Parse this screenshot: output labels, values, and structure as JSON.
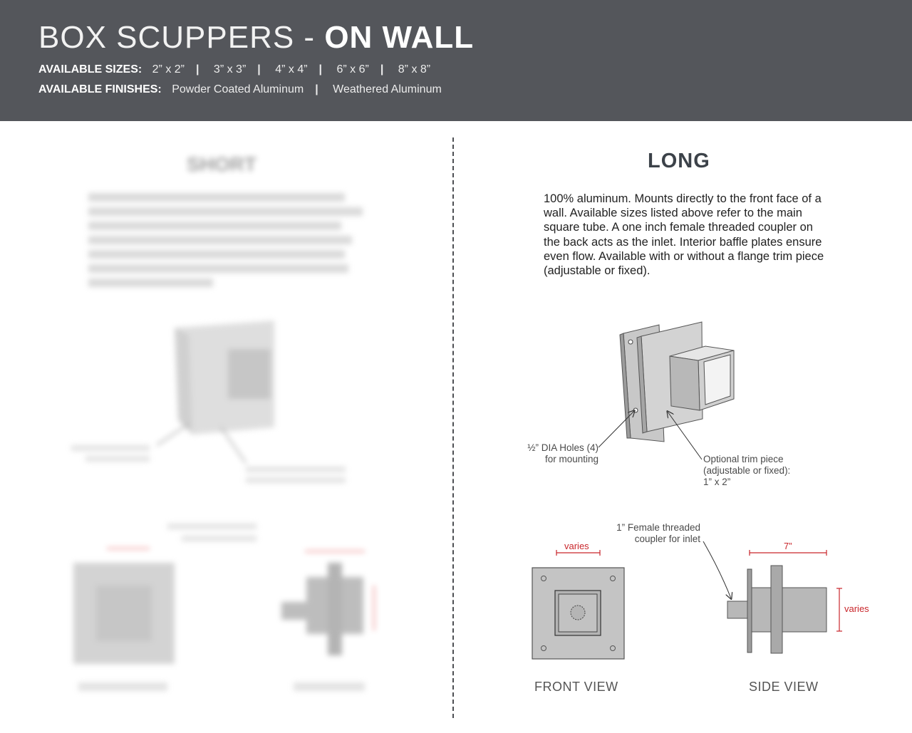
{
  "header": {
    "title_light": "BOX SCUPPERS - ",
    "title_bold": "ON WALL",
    "sizes_label": "AVAILABLE SIZES:",
    "sizes": [
      "2” x 2”",
      "3” x 3”",
      "4” x 4”",
      "6” x 6”",
      "8” x 8”"
    ],
    "finishes_label": "AVAILABLE FINISHES:",
    "finishes": [
      "Powder Coated Aluminum",
      "Weathered Aluminum"
    ]
  },
  "short_panel": {
    "title": "SHORT",
    "blurred": true
  },
  "long_panel": {
    "title": "LONG",
    "description": "100% aluminum. Mounts directly to the front face of a wall. Available sizes listed above refer to the main square tube. A one inch female threaded coupler on the back acts as the inlet. Interior baffle plates ensure even flow. Available with or without a flange trim piece (adjustable or fixed).",
    "callout_holes": [
      "½” DIA Holes (4)",
      "for mounting"
    ],
    "callout_trim": [
      "Optional trim piece",
      "(adjustable or fixed):",
      "1” x 2”"
    ],
    "callout_coupler": [
      "1” Female threaded",
      "coupler for inlet"
    ],
    "dim_front_width": "varies",
    "dim_side_length": "7”",
    "dim_side_height": "varies",
    "front_view_label": "FRONT VIEW",
    "side_view_label": "SIDE VIEW"
  },
  "colors": {
    "header_bg": "#54565b",
    "dimension_red": "#c9262b",
    "part_gray": "#b5b5b5"
  }
}
